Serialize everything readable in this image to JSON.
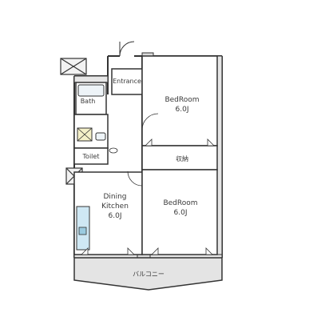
{
  "floor_plan": {
    "rooms": {
      "entrance": {
        "label": "Entrance"
      },
      "bath": {
        "label": "Bath"
      },
      "toilet": {
        "label": "Toilet"
      },
      "bedroom_north": {
        "label": "BedRoom",
        "size": "6.0J"
      },
      "storage": {
        "label": "収納"
      },
      "bedroom_south": {
        "label": "BedRoom",
        "size": "6.0J"
      },
      "dining_kitchen": {
        "label_line1": "Dining",
        "label_line2": "Kitchen",
        "size": "6.0J"
      },
      "balcony": {
        "label": "バルコニー"
      }
    },
    "colors": {
      "wall": "#333333",
      "wall_fill": "#e6e6e6",
      "fixture_fill": "#f4f0c8",
      "kitchen_fill": "#cfe8f4",
      "balcony_fill": "#e4e4e4"
    }
  }
}
